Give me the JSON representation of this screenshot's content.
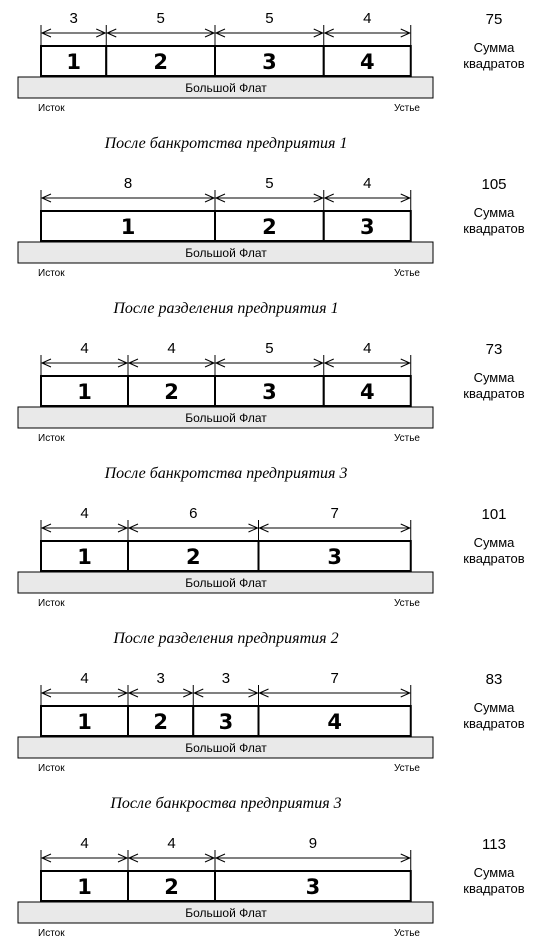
{
  "labels": {
    "river": "Большой Флат",
    "source": "Исток",
    "mouth": "Устье",
    "sum_line1": "Сумма",
    "sum_line2": "квадратов"
  },
  "scenarios": [
    {
      "segments": [
        3,
        5,
        5,
        4
      ],
      "total": "75",
      "caption": "После банкротства предприятия 1"
    },
    {
      "segments": [
        8,
        5,
        4
      ],
      "total": "105",
      "caption": "После разделения предприятия 1"
    },
    {
      "segments": [
        4,
        4,
        5,
        4
      ],
      "total": "73",
      "caption": "После банкротства предприятия 3"
    },
    {
      "segments": [
        4,
        6,
        7
      ],
      "total": "101",
      "caption": "После разделения предприятия 2"
    },
    {
      "segments": [
        4,
        3,
        3,
        7
      ],
      "total": "83",
      "caption": "После банкроства предприятия 3"
    },
    {
      "segments": [
        4,
        4,
        9
      ],
      "total": "113",
      "caption": ""
    }
  ]
}
